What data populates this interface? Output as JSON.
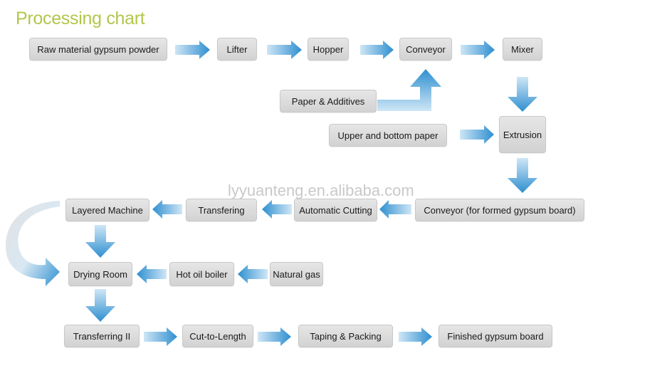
{
  "title": "Processing chart",
  "watermark": "lyyuanteng.en.alibaba.com",
  "colors": {
    "title": "#b3c64a",
    "arrow": "#3c97d3",
    "box": "#d9d9d9"
  },
  "nodes": {
    "raw_material": "Raw material gypsum powder",
    "lifter": "Lifter",
    "hopper": "Hopper",
    "conveyor": "Conveyor",
    "mixer": "Mixer",
    "paper_additives": "Paper & Additives",
    "upper_bottom_paper": "Upper and bottom paper",
    "extrusion": "Extrusion",
    "conveyor_formed": "Conveyor (for formed gypsum board)",
    "automatic_cutting": "Automatic Cutting",
    "transferring": "Transfering",
    "layered_machine": "Layered Machine",
    "drying_room": "Drying Room",
    "hot_oil_boiler": "Hot oil boiler",
    "natural_gas": "Natural gas",
    "transferring_2": "Transferring II",
    "cut_to_length": "Cut-to-Length",
    "taping_packing": "Taping & Packing",
    "finished": "Finished gypsum board"
  }
}
